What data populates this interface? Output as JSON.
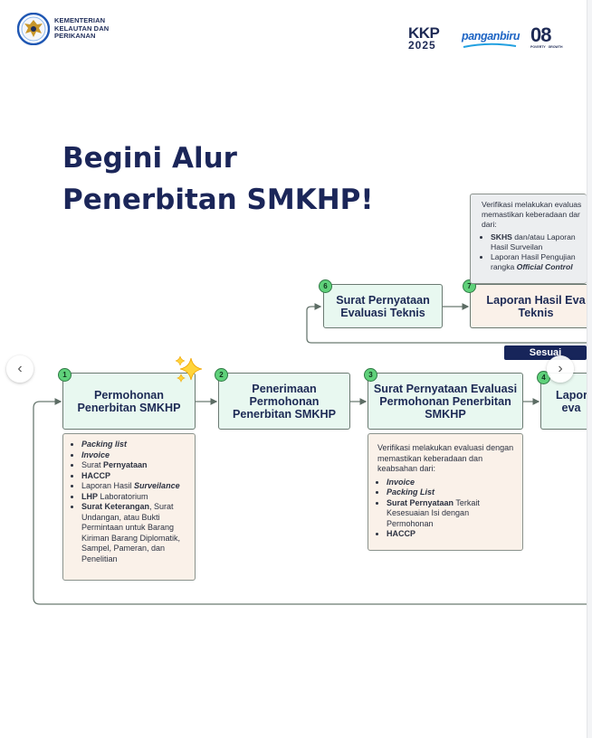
{
  "header": {
    "ministry_lines": [
      "KEMENTERIAN",
      "KELAUTAN DAN",
      "PERIKANAN"
    ],
    "partner_logos": [
      {
        "name": "kkp-2025-logo",
        "text_top": "KKP",
        "text_bottom": "2025"
      },
      {
        "name": "panganbiru-logo",
        "text": "panganbiru"
      },
      {
        "name": "08-logo",
        "text": "08",
        "subtext": "POVERTY   GROWTH"
      }
    ]
  },
  "title": {
    "line1": "Begini Alur",
    "line2": "Penerbitan SMKHP!"
  },
  "steps": [
    {
      "num": "1",
      "label": "Permohonan Penerbitan SMKHP"
    },
    {
      "num": "2",
      "label": "Penerimaan Permohonan Penerbitan SMKHP"
    },
    {
      "num": "3",
      "label": "Surat Pernyataan Evaluasi Permohonan Penerbitan SMKHP"
    },
    {
      "num": "4",
      "label": "Lapor eva"
    },
    {
      "num": "6",
      "label": "Surat Pernyataan Evaluasi Teknis"
    },
    {
      "num": "7",
      "label": "Laporan Hasil Eva Teknis"
    }
  ],
  "details": {
    "step1": [
      {
        "b": "Packing list",
        "i": true,
        "rest": ""
      },
      {
        "b": "Invoice",
        "i": true,
        "rest": ""
      },
      {
        "pre": "Surat ",
        "b": "Pernyataan",
        "rest": ""
      },
      {
        "b": "HACCP",
        "rest": ""
      },
      {
        "pre": "Laporan Hasil ",
        "b": "Surveilance",
        "i": true,
        "rest": ""
      },
      {
        "b": "LHP",
        "rest": " Laboratorium"
      },
      {
        "b": "Surat Keterangan",
        "rest": ", Surat Undangan, atau Bukti Permintaan untuk Barang Kiriman Barang Diplomatik, Sampel, Pameran, dan Penelitian"
      }
    ],
    "step3_heading": "Verifikasi melakukan evaluasi dengan memastikan keberadaan dan keabsahan dari:",
    "step3": [
      {
        "b": "Invoice",
        "i": true,
        "rest": ""
      },
      {
        "b": "Packing List",
        "i": true,
        "rest": ""
      },
      {
        "b": "Surat Pernyataan",
        "rest": " Terkait Kesesuaian Isi dengan Permohonan"
      },
      {
        "b": "HACCP",
        "rest": ""
      }
    ],
    "step7_heading": "Verifikasi melakukan evaluas memastikan keberadaan dar dari:",
    "step7": [
      {
        "b": "SKHS",
        "rest": " dan/atau Laporan Hasil Surveilan"
      },
      {
        "pre": "Laporan Hasil Pengujian rangka ",
        "b": "Official Control",
        "i": true,
        "rest": ""
      }
    ]
  },
  "sesuai_label": "Sesuai",
  "colors": {
    "navy": "#1b2659",
    "box_fill": "#e8f8f0",
    "detail_fill": "#faf1e9",
    "badge": "#5fd17a"
  }
}
